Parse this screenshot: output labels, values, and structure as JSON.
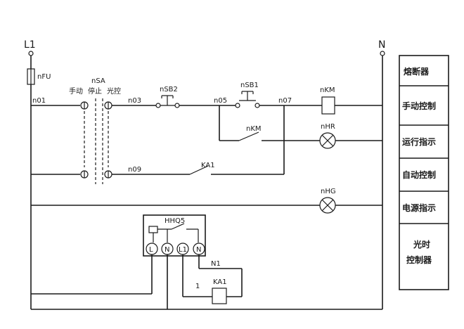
{
  "rails": {
    "left": "L1",
    "right": "N"
  },
  "labels": {
    "fuse": "nFU",
    "node1": "n01",
    "node3": "n03",
    "node5": "n05",
    "node7": "n07",
    "node9": "n09",
    "selector": "nSA",
    "manual": "手动",
    "stop": "停止",
    "light": "光控",
    "stop_button": "nSB2",
    "start_button": "nSB1",
    "contactor": "nKM",
    "aux_contact": "nKM",
    "run_lamp": "nHR",
    "relay_contact": "KA1",
    "power_lamp": "nHG",
    "light_controller": "HHQ5",
    "terminal_l_left": "L",
    "terminal_n_left": "N",
    "terminal_l1": "L1",
    "terminal_n_right": "N",
    "wire_n1": "N1",
    "wire_1": "1",
    "relay_coil": "KA1"
  },
  "legend": [
    {
      "text": "熔断器"
    },
    {
      "text": "手动控制"
    },
    {
      "text": "运行指示"
    },
    {
      "text": "自动控制"
    },
    {
      "text": "电源指示"
    },
    {
      "text": "光时"
    },
    {
      "text": "控制器"
    }
  ]
}
